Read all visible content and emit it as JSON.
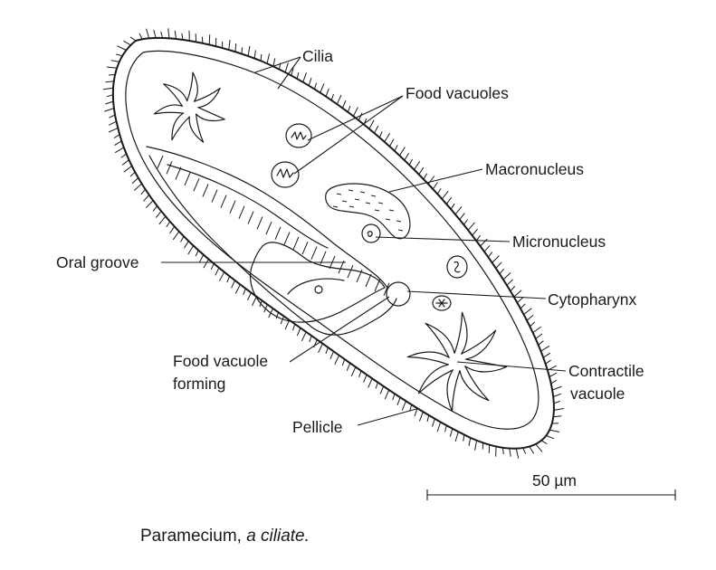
{
  "labels": {
    "cilia": "Cilia",
    "food_vacuoles": "Food vacuoles",
    "macronucleus": "Macronucleus",
    "micronucleus": "Micronucleus",
    "oral_groove": "Oral groove",
    "cytopharynx": "Cytopharynx",
    "food_vacuole_forming_1": "Food vacuole",
    "food_vacuole_forming_2": "forming",
    "contractile_vacuole_1": "Contractile",
    "contractile_vacuole_2": "vacuole",
    "pellicle": "Pellicle"
  },
  "scale_bar": {
    "label": "50 µm"
  },
  "caption": {
    "main": "Paramecium, ",
    "italic": "a ciliate."
  }
}
